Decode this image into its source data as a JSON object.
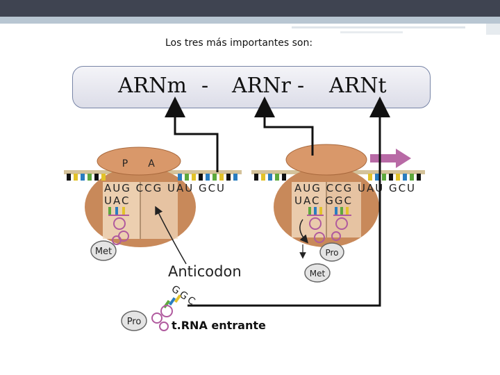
{
  "slide": {
    "heading": "Los tres más importantes son:",
    "types": [
      "ARNm",
      "ARNr",
      "ARNt"
    ],
    "separator": "-"
  },
  "figure": {
    "left": {
      "site_p": "P",
      "site_a": "A",
      "mrna_codons": "AUG CCG UAU GCU",
      "trna_anticodon": "UAC",
      "amino_acid": "Met"
    },
    "right": {
      "mrna_codons": "AUG CCG UAU GCU",
      "anticodons": "UAC GGC",
      "amino_acid_1": "Pro",
      "amino_acid_2": "Met"
    },
    "anticodon_label": "Anticodon",
    "incoming_anticodon": "GGC",
    "incoming_amino_acid": "Pro",
    "incoming_label": "t.RNA entrante"
  },
  "colors": {
    "title_bar": "#3f4451",
    "accent_stripe": "#b8c6d2",
    "ribosome_small": "#c8895a",
    "ribosome_large": "#d9986a",
    "trna_loop": "#b05a9e",
    "arrow_direction": "#b86aa6",
    "amino_acid_bubble": "#e4e4e4"
  }
}
